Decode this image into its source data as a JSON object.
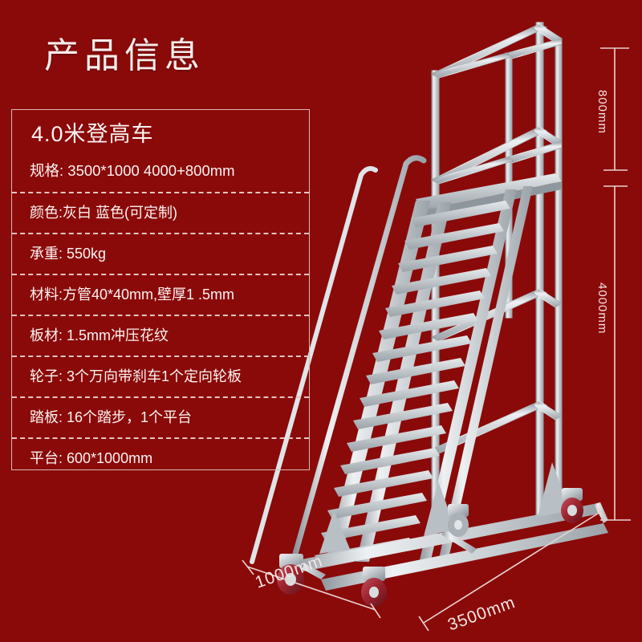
{
  "page": {
    "title": "产品信息",
    "background_color": "#8a0a09",
    "text_color": "#fbf3f2"
  },
  "spec_panel": {
    "heading": "4.0米登高车",
    "border_color": "#d9b8b6",
    "rows": [
      {
        "text": "规格: 3500*1000 4000+800mm"
      },
      {
        "text": "颜色:灰白  蓝色(可定制)"
      },
      {
        "text": "承重: 550kg"
      },
      {
        "text": "材料:方管40*40mm,壁厚1 .5mm"
      },
      {
        "text": "板材: 1.5mm冲压花纹"
      },
      {
        "text": "轮子: 3个万向带刹车1个定向轮板"
      },
      {
        "text": "踏板: 16个踏步，1个平台"
      },
      {
        "text": "平台: 600*1000mm"
      }
    ]
  },
  "dimensions": {
    "guardrail_height": "800mm",
    "platform_height": "4000mm",
    "base_width": "1000mm",
    "base_length": "3500mm"
  },
  "product_image": {
    "alt": "galvanized steel rolling platform ladder",
    "frame_color": "#c9ced2",
    "frame_highlight": "#eef1f3",
    "frame_shadow": "#8e969d",
    "caster_color": "#9e2530"
  }
}
